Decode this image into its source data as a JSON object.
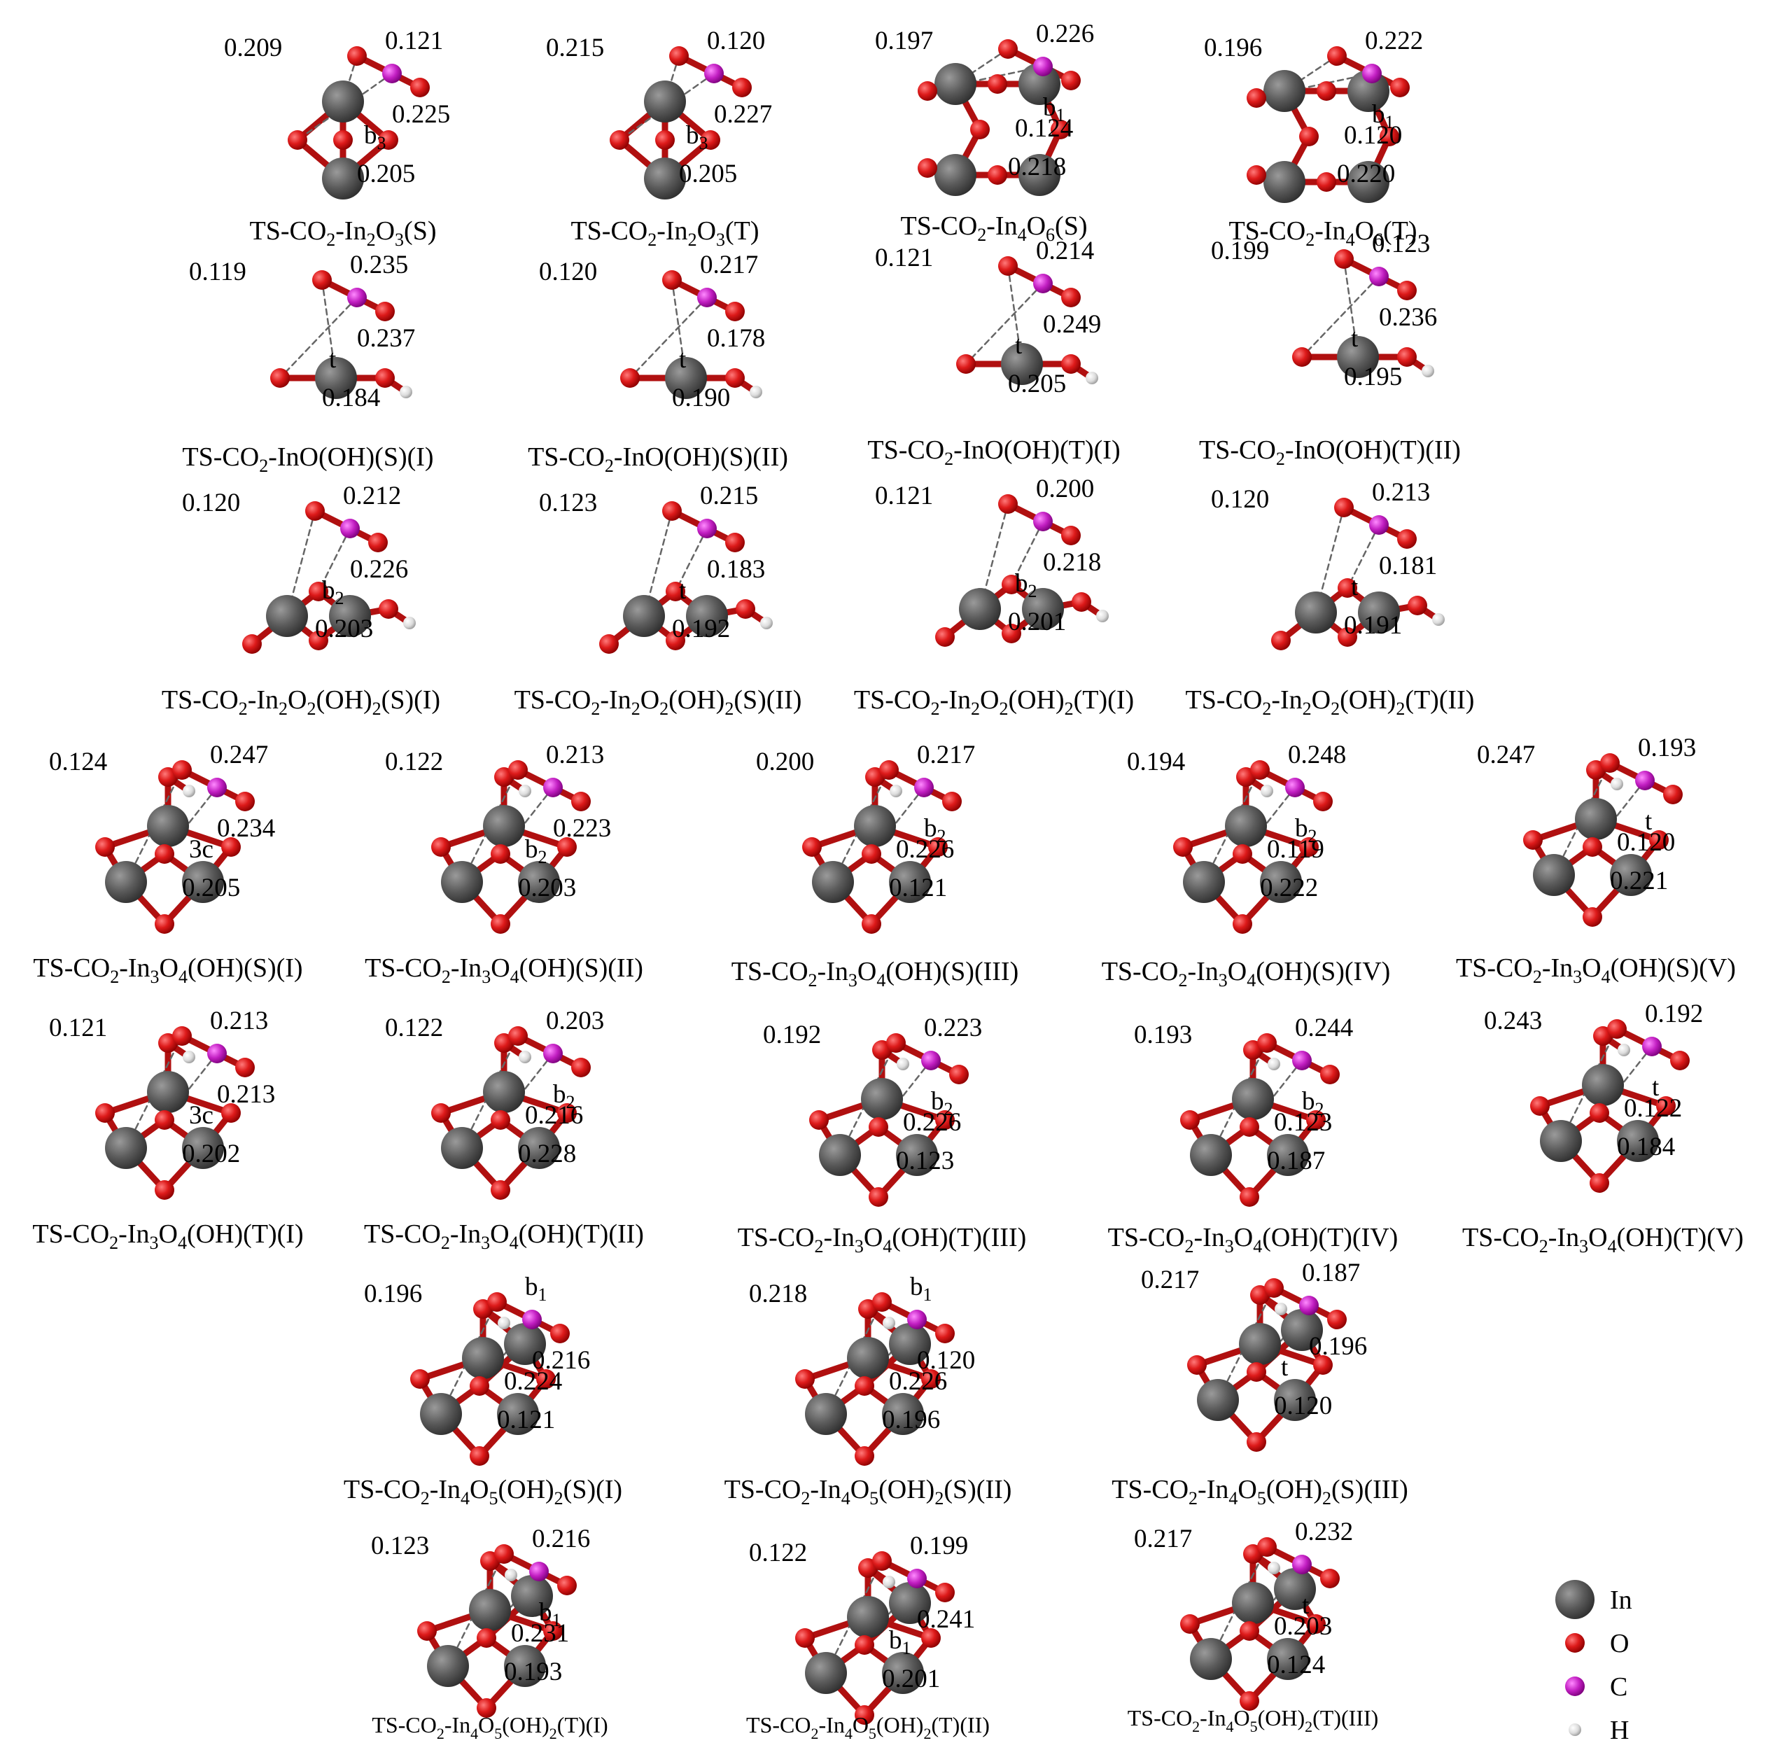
{
  "legend": [
    {
      "key": "in",
      "label": "In",
      "color": "#555555"
    },
    {
      "key": "o",
      "label": "O",
      "color": "#cc1111"
    },
    {
      "key": "c",
      "label": "C",
      "color": "#c020c0"
    },
    {
      "key": "h",
      "label": "H",
      "color": "#e0e0e0"
    }
  ],
  "structures": [
    {
      "cap": [
        "TS-CO",
        "2",
        "-In",
        "2",
        "O",
        "3",
        "(S)"
      ],
      "labels": [
        "0.209",
        "0.121",
        "0.225",
        "b3",
        "0.205"
      ]
    },
    {
      "cap": [
        "TS-CO",
        "2",
        "-In",
        "2",
        "O",
        "3",
        "(T)"
      ],
      "labels": [
        "0.215",
        "0.120",
        "0.227",
        "b3",
        "0.205"
      ]
    },
    {
      "cap": [
        "TS-CO",
        "2",
        "-In",
        "4",
        "O",
        "6",
        "(S)"
      ],
      "labels": [
        "0.197",
        "0.226",
        "b1",
        "0.124",
        "0.218"
      ]
    },
    {
      "cap": [
        "TS-CO",
        "2",
        "-In",
        "4",
        "O",
        "6",
        "(T)"
      ],
      "labels": [
        "0.196",
        "0.222",
        "b1",
        "0.120",
        "0.220"
      ]
    },
    {
      "cap": [
        "TS-CO",
        "2",
        "-InO(OH)(S)(I)"
      ],
      "labels": [
        "0.119",
        "0.235",
        "0.237",
        "t",
        "0.184"
      ]
    },
    {
      "cap": [
        "TS-CO",
        "2",
        "-InO(OH)(S)(II)"
      ],
      "labels": [
        "0.120",
        "0.217",
        "0.178",
        "t",
        "0.190"
      ]
    },
    {
      "cap": [
        "TS-CO",
        "2",
        "-InO(OH)(T)(I)"
      ],
      "labels": [
        "0.121",
        "0.214",
        "0.249",
        "t",
        "0.205"
      ]
    },
    {
      "cap": [
        "TS-CO",
        "2",
        "-InO(OH)(T)(II)"
      ],
      "labels": [
        "0.199",
        "0.123",
        "0.236",
        "t",
        "0.195"
      ]
    },
    {
      "cap": [
        "TS-CO",
        "2",
        "-In",
        "2",
        "O",
        "2",
        "(OH)",
        "2",
        "(S)(I)"
      ],
      "labels": [
        "0.120",
        "0.212",
        "0.226",
        "b2",
        "0.203"
      ]
    },
    {
      "cap": [
        "TS-CO",
        "2",
        "-In",
        "2",
        "O",
        "2",
        "(OH)",
        "2",
        "(S)(II)"
      ],
      "labels": [
        "0.123",
        "0.215",
        "0.183",
        "t",
        "0.192"
      ]
    },
    {
      "cap": [
        "TS-CO",
        "2",
        "-In",
        "2",
        "O",
        "2",
        "(OH)",
        "2",
        "(T)(I)"
      ],
      "labels": [
        "0.121",
        "0.200",
        "0.218",
        "b2",
        "0.201"
      ]
    },
    {
      "cap": [
        "TS-CO",
        "2",
        "-In",
        "2",
        "O",
        "2",
        "(OH)",
        "2",
        "(T)(II)"
      ],
      "labels": [
        "0.120",
        "0.213",
        "0.181",
        "t",
        "0.191"
      ]
    },
    {
      "cap": [
        "TS-CO",
        "2",
        "-In",
        "3",
        "O",
        "4",
        "(OH)(S)(I)"
      ],
      "labels": [
        "0.124",
        "0.247",
        "0.234",
        "3c",
        "0.205"
      ]
    },
    {
      "cap": [
        "TS-CO",
        "2",
        "-In",
        "3",
        "O",
        "4",
        "(OH)(S)(II)"
      ],
      "labels": [
        "0.122",
        "0.213",
        "0.223",
        "b2",
        "0.203"
      ]
    },
    {
      "cap": [
        "TS-CO",
        "2",
        "-In",
        "3",
        "O",
        "4",
        "(OH)(S)(III)"
      ],
      "labels": [
        "0.200",
        "0.217",
        "b2",
        "0.226",
        "0.121"
      ]
    },
    {
      "cap": [
        "TS-CO",
        "2",
        "-In",
        "3",
        "O",
        "4",
        "(OH)(S)(IV)"
      ],
      "labels": [
        "0.194",
        "0.248",
        "b2",
        "0.119",
        "0.222"
      ]
    },
    {
      "cap": [
        "TS-CO",
        "2",
        "-In",
        "3",
        "O",
        "4",
        "(OH)(S)(V)"
      ],
      "labels": [
        "0.247",
        "0.193",
        "t",
        "0.120",
        "0.221"
      ]
    },
    {
      "cap": [
        "TS-CO",
        "2",
        "-In",
        "3",
        "O",
        "4",
        "(OH)(T)(I)"
      ],
      "labels": [
        "0.121",
        "0.213",
        "0.213",
        "3c",
        "0.202"
      ]
    },
    {
      "cap": [
        "TS-CO",
        "2",
        "-In",
        "3",
        "O",
        "4",
        "(OH)(T)(II)"
      ],
      "labels": [
        "0.122",
        "0.203",
        "b2",
        "0.216",
        "0.228"
      ]
    },
    {
      "cap": [
        "TS-CO",
        "2",
        "-In",
        "3",
        "O",
        "4",
        "(OH)(T)(III)"
      ],
      "labels": [
        "0.192",
        "0.223",
        "b2",
        "0.226",
        "0.123"
      ]
    },
    {
      "cap": [
        "TS-CO",
        "2",
        "-In",
        "3",
        "O",
        "4",
        "(OH)(T)(IV)"
      ],
      "labels": [
        "0.193",
        "0.244",
        "b2",
        "0.123",
        "0.187"
      ]
    },
    {
      "cap": [
        "TS-CO",
        "2",
        "-In",
        "3",
        "O",
        "4",
        "(OH)(T)(V)"
      ],
      "labels": [
        "0.243",
        "0.192",
        "t",
        "0.122",
        "0.184"
      ]
    },
    {
      "cap": [
        "TS-CO",
        "2",
        "-In",
        "4",
        "O",
        "5",
        "(OH)",
        "2",
        "(S)(I)"
      ],
      "labels": [
        "0.196",
        "b1",
        "0.216",
        "0.224",
        "0.121"
      ]
    },
    {
      "cap": [
        "TS-CO",
        "2",
        "-In",
        "4",
        "O",
        "5",
        "(OH)",
        "2",
        "(S)(II)"
      ],
      "labels": [
        "0.218",
        "b1",
        "0.120",
        "0.226",
        "0.196"
      ]
    },
    {
      "cap": [
        "TS-CO",
        "2",
        "-In",
        "4",
        "O",
        "5",
        "(OH)",
        "2",
        "(S)(III)"
      ],
      "labels": [
        "0.217",
        "0.187",
        "0.196",
        "t",
        "0.120"
      ]
    },
    {
      "cap": [
        "TS-CO",
        "2",
        "-In",
        "4",
        "O",
        "5",
        "(OH)",
        "2",
        "(T)(I)"
      ],
      "labels": [
        "0.123",
        "0.216",
        "b1",
        "0.231",
        "0.193"
      ]
    },
    {
      "cap": [
        "TS-CO",
        "2",
        "-In",
        "4",
        "O",
        "5",
        "(OH)",
        "2",
        "(T)(II)"
      ],
      "labels": [
        "0.122",
        "0.199",
        "0.241",
        "b1",
        "0.201"
      ]
    },
    {
      "cap": [
        "TS-CO",
        "2",
        "-In",
        "4",
        "O",
        "5",
        "(OH)",
        "2",
        "(T)(III)"
      ],
      "labels": [
        "0.217",
        "0.232",
        "t",
        "0.203",
        "0.124"
      ]
    }
  ]
}
